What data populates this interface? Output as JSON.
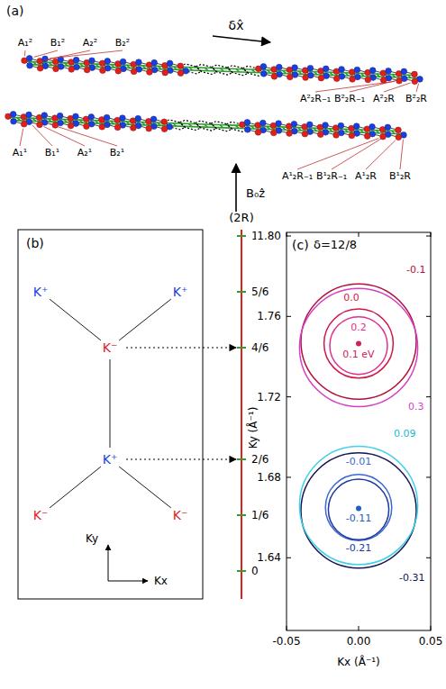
{
  "diagram": {
    "labels": [
      "(a)",
      "A₁²",
      "B₁²",
      "A₂²",
      "B₂²",
      "δx̂",
      "A²₂R₋₁",
      "B²₂R₋₁",
      "A²₂R",
      "B²₂R",
      "A₁¹",
      "B₁¹",
      "A₂¹",
      "B₂¹",
      "B₀ẑ",
      "A¹₂R₋₁",
      "B¹₂R₋₁",
      "A¹₂R",
      "B¹₂R",
      "(b)",
      "K⁺",
      "K⁺",
      "K⁻",
      "K⁺",
      "K⁻",
      "K⁻",
      "Ky",
      "Kx",
      "(2R)",
      "1",
      "5/6",
      "4/6",
      "2/6",
      "1/6",
      "0",
      "(c)",
      "δ=12/8",
      "1.80",
      "1.76",
      "1.72",
      "1.68",
      "1.64",
      "Ky (Å⁻¹)",
      "-0.05",
      "0.00",
      "0.05",
      "Kx (Å⁻¹)",
      "-0.1",
      "0.0",
      "0.2",
      "0.1 eV",
      "0.3",
      "0.09",
      "-0.01",
      "-0.11",
      "-0.21",
      "-0.31"
    ]
  }
}
